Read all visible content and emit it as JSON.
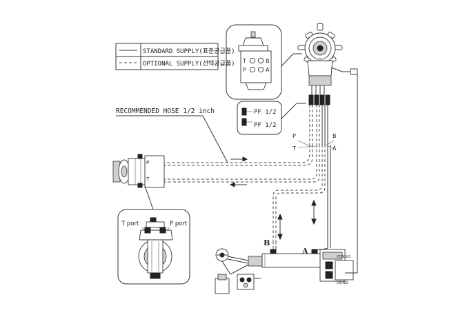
{
  "legend": {
    "standard": "STANDARD SUPPLY(표준공급품)",
    "optional": "OPTIONAL SUPPLY(선택공급품)"
  },
  "detail_ports": {
    "t": "T",
    "p": "P",
    "b": "B",
    "a": "A"
  },
  "fittings": [
    "PF 1/2",
    "PF 1/2"
  ],
  "hose_note": "RECOMMENDED HOSE 1/2 inch",
  "line_labels": {
    "p": "P",
    "t": "T",
    "b": "B",
    "a": "A"
  },
  "aux_pump": {
    "p": "P",
    "t": "T"
  },
  "port_detail": {
    "t_port": "T port",
    "p_port": "P port"
  },
  "cylinder": {
    "b": "B",
    "a": "A"
  },
  "bracket": {
    "top": "YONGO",
    "bottom": "DONG"
  }
}
